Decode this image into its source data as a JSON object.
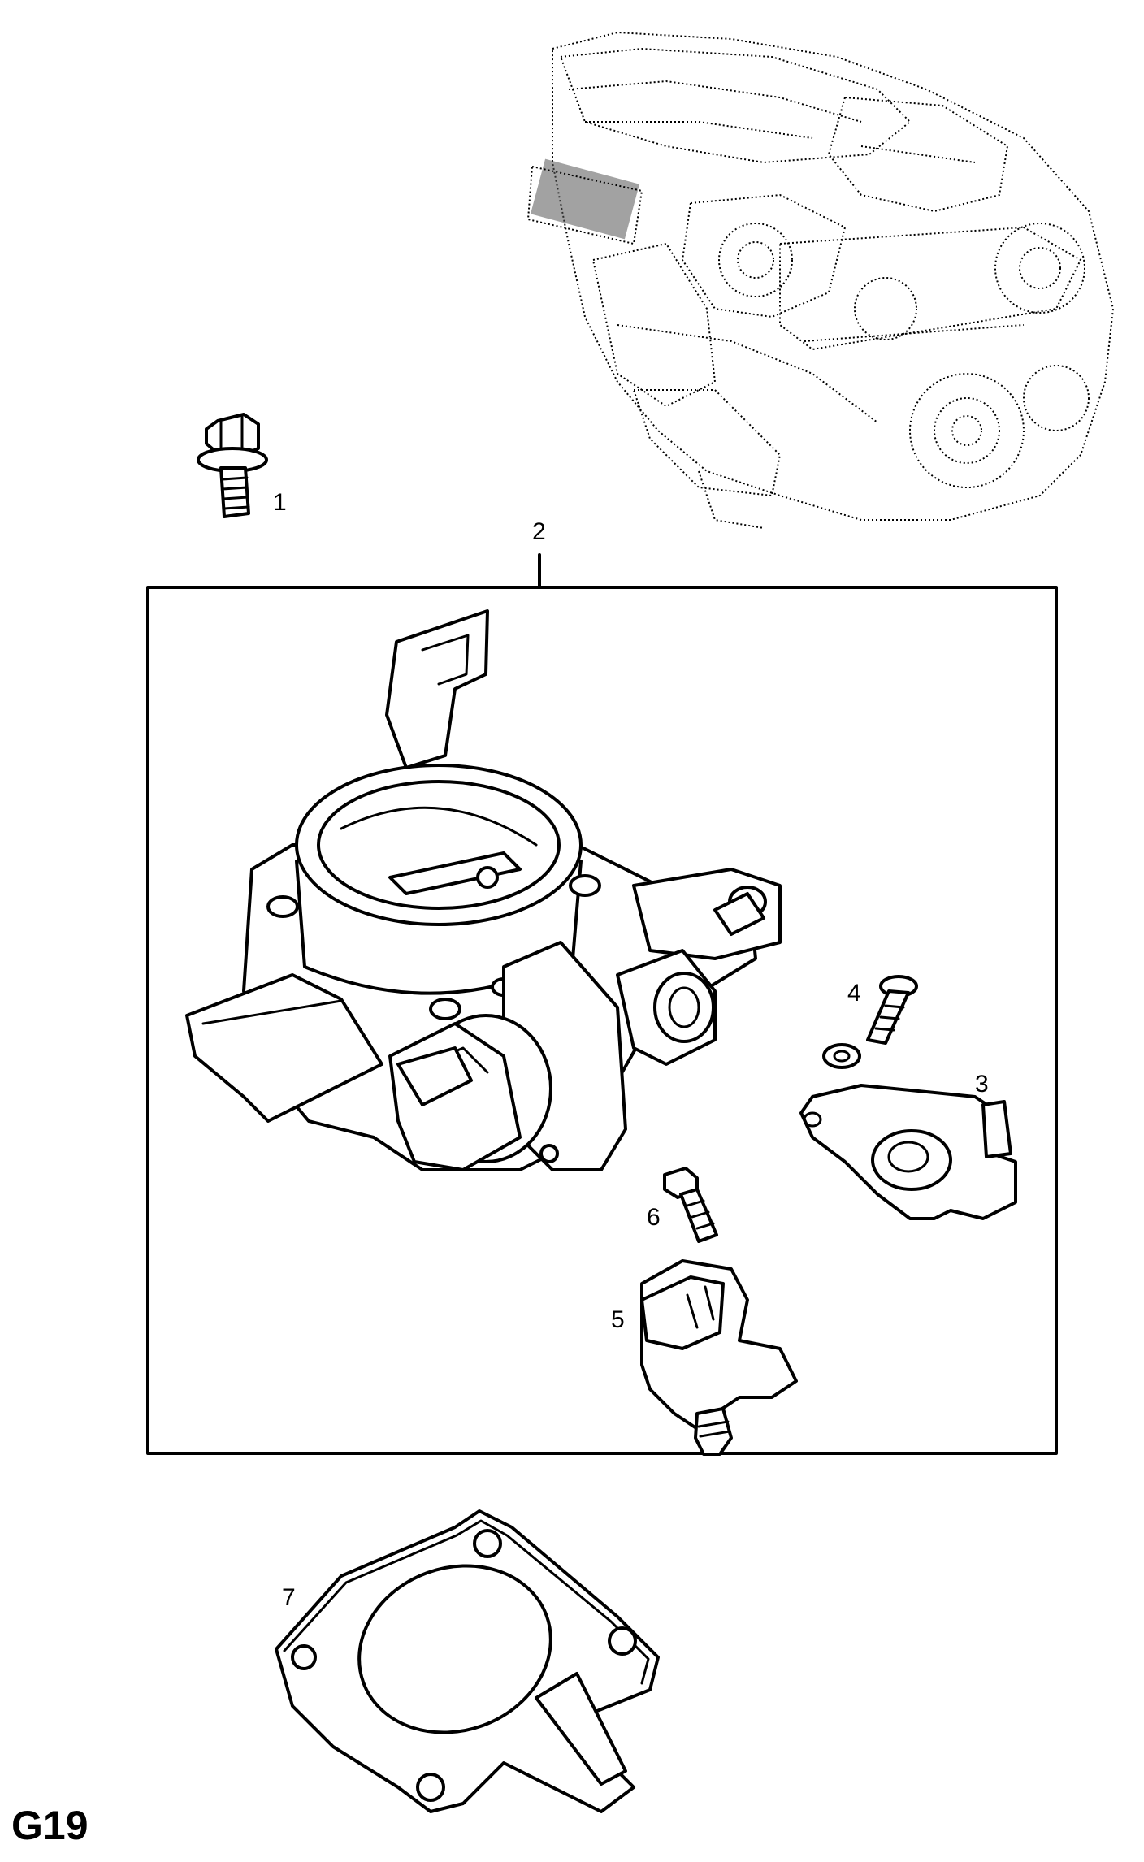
{
  "page_code": "G19",
  "parts": [
    {
      "number": "1",
      "icon": "bolt-icon"
    },
    {
      "number": "2",
      "icon": "throttle-body-assembly-icon"
    },
    {
      "number": "3",
      "icon": "throttle-position-sensor-icon"
    },
    {
      "number": "4",
      "icon": "screw-with-washer-icon"
    },
    {
      "number": "5",
      "icon": "idle-air-control-valve-icon"
    },
    {
      "number": "6",
      "icon": "screw-icon"
    },
    {
      "number": "7",
      "icon": "gasket-icon"
    }
  ],
  "colors": {
    "line": "#000000",
    "background": "#ffffff"
  }
}
